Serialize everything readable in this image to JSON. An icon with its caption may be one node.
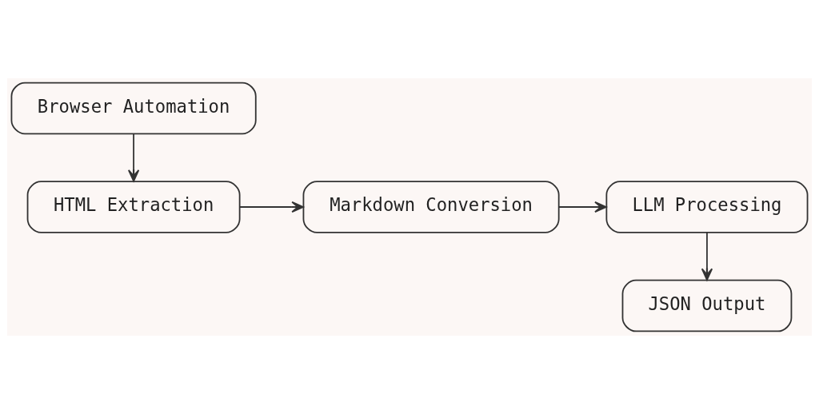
{
  "diagram": {
    "nodes": [
      {
        "text": [
          "Browser Automation"
        ]
      },
      {
        "text": [
          "HTML Extraction"
        ]
      },
      {
        "text": [
          "Markdown Conversion"
        ]
      },
      {
        "text": [
          "LLM Processing"
        ]
      },
      {
        "text": [
          "JSON Output"
        ]
      }
    ],
    "edges": [
      {
        "from": 0,
        "to": 1,
        "arrow": "to"
      },
      {
        "from": 1,
        "to": 2,
        "arrow": "to"
      },
      {
        "from": 2,
        "to": 3,
        "arrow": "to"
      },
      {
        "from": 3,
        "to": 4,
        "arrow": "to"
      }
    ]
  }
}
